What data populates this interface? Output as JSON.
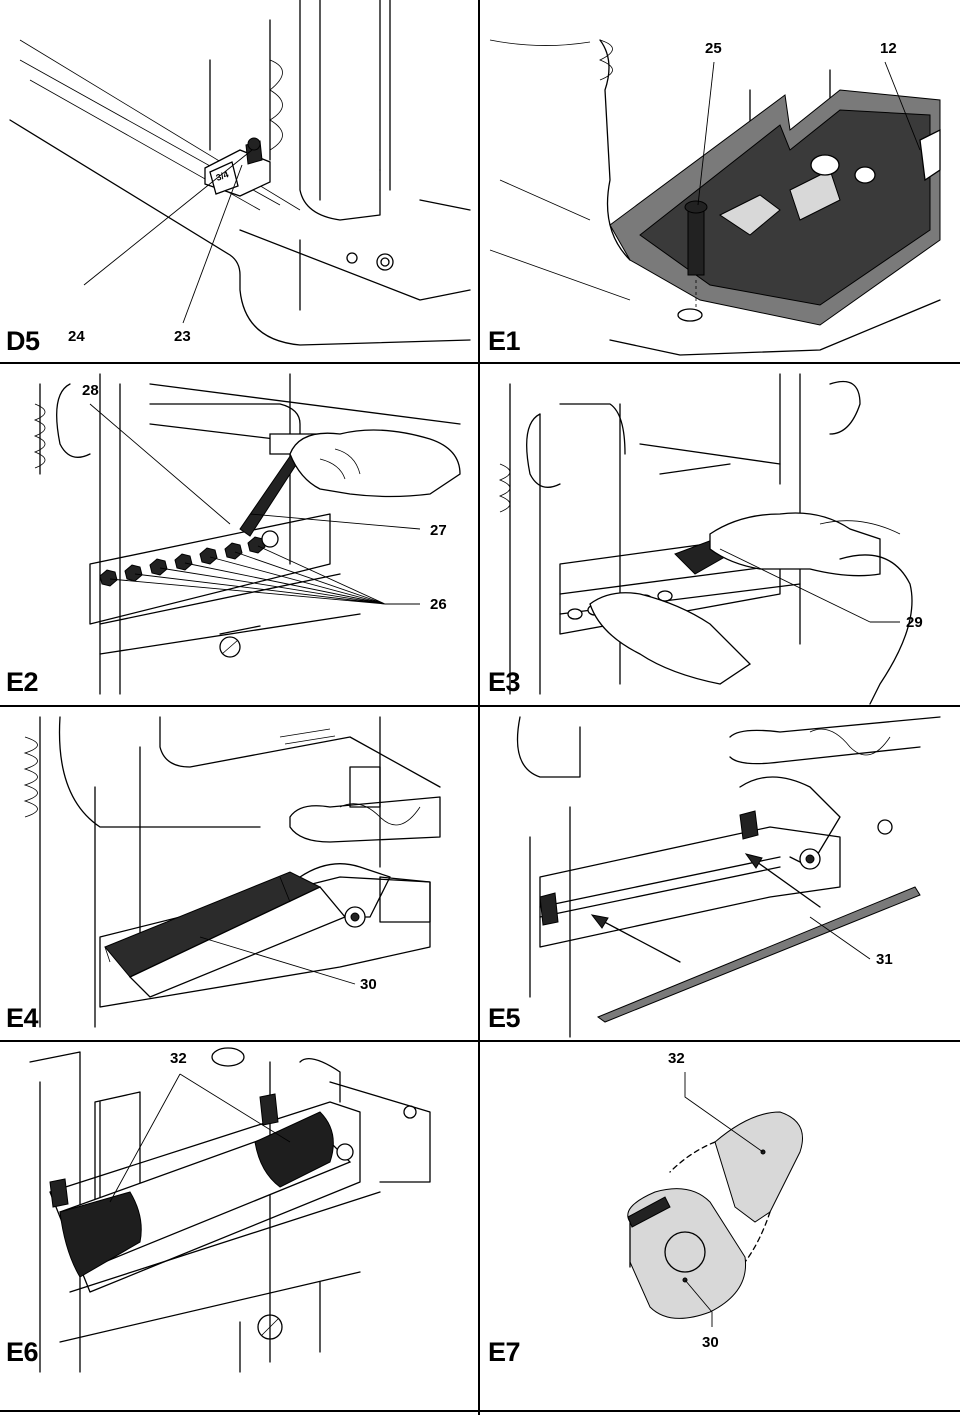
{
  "panels": [
    {
      "id": "D5",
      "label": "D5",
      "callouts": [
        "24",
        "23"
      ],
      "badge": "3/4"
    },
    {
      "id": "E1",
      "label": "E1",
      "callouts": [
        "25",
        "12"
      ]
    },
    {
      "id": "E2",
      "label": "E2",
      "callouts": [
        "28",
        "27",
        "26"
      ]
    },
    {
      "id": "E3",
      "label": "E3",
      "callouts": [
        "29"
      ]
    },
    {
      "id": "E4",
      "label": "E4",
      "callouts": [
        "30"
      ]
    },
    {
      "id": "E5",
      "label": "E5",
      "callouts": [
        "31"
      ]
    },
    {
      "id": "E6",
      "label": "E6",
      "callouts": [
        "32"
      ]
    },
    {
      "id": "E7",
      "label": "E7",
      "callouts": [
        "32",
        "30"
      ]
    }
  ]
}
